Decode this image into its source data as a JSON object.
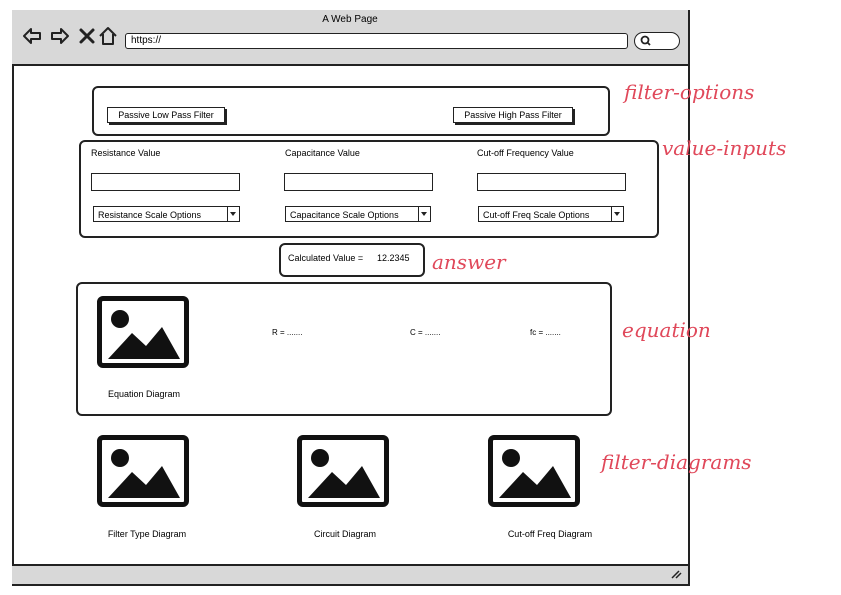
{
  "browser": {
    "title": "A Web Page",
    "url": "https://"
  },
  "filter_options": {
    "low_pass_label": "Passive Low Pass Filter",
    "high_pass_label": "Passive High Pass Filter"
  },
  "value_inputs": {
    "resistance_label": "Resistance Value",
    "capacitance_label": "Capacitance Value",
    "cutoff_label": "Cut-off Frequency Value",
    "resistance_value": "",
    "capacitance_value": "",
    "cutoff_value": "",
    "resistance_scale": "Resistance Scale Options",
    "capacitance_scale": "Capacitance Scale Options",
    "cutoff_scale": "Cut-off Freq Scale Options"
  },
  "answer": {
    "label": "Calculated Value =",
    "value": "12.2345"
  },
  "equation": {
    "caption": "Equation Diagram",
    "r": "R = .......",
    "c": "C = .......",
    "fc": "fc = ......."
  },
  "diagrams": {
    "filter_type": "Filter Type Diagram",
    "circuit": "Circuit Diagram",
    "cutoff": "Cut-off Freq Diagram"
  },
  "annotations": {
    "filter_options": "filter-options",
    "value_inputs": "value-inputs",
    "answer": "answer",
    "equation": "equation",
    "filter_diagrams": "filter-diagrams"
  }
}
